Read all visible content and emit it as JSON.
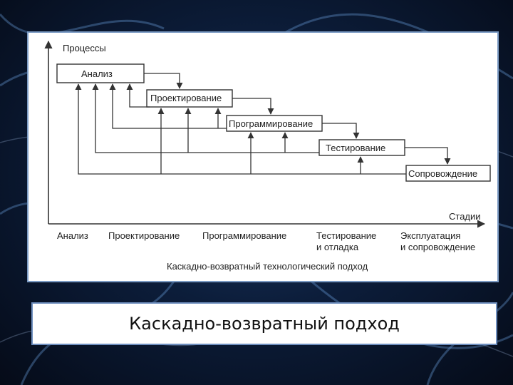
{
  "slide": {
    "caption": "Каскадно-возвратный подход"
  },
  "diagram": {
    "y_axis_label": "Процессы",
    "x_axis_label": "Стадии",
    "process_boxes": [
      "Анализ",
      "Проектирование",
      "Программирование",
      "Тестирование",
      "Сопровождение"
    ],
    "stage_labels": [
      {
        "line1": "Анализ",
        "line2": ""
      },
      {
        "line1": "Проектирование",
        "line2": ""
      },
      {
        "line1": "Программирование",
        "line2": ""
      },
      {
        "line1": "Тестирование",
        "line2": "и отладка"
      },
      {
        "line1": "Эксплуатация",
        "line2": "и сопровождение"
      }
    ],
    "figure_caption": "Каскадно-возвратный технологический подход"
  },
  "colors": {
    "line": "#333333",
    "box_fill": "#ffffff",
    "caption_border": "#6f8fbf"
  }
}
